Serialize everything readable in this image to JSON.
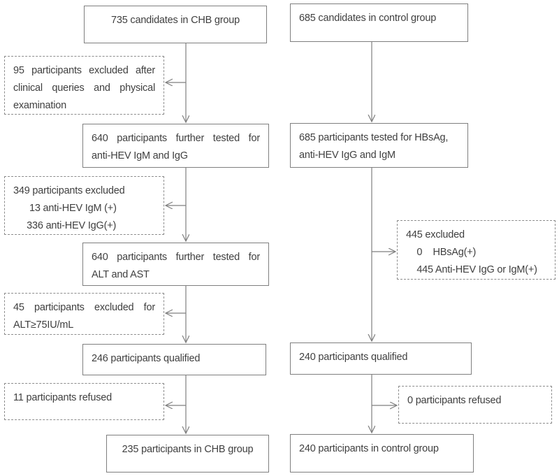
{
  "flow": {
    "chb": {
      "top": "735 candidates in CHB group",
      "excl_screening": {
        "lines": [
          "95 participants excluded after",
          "clinical queries and physical",
          "examination"
        ]
      },
      "tested_hev": {
        "lines": [
          "640 participants further tested for",
          "anti-HEV IgM and IgG"
        ]
      },
      "excl_serology": {
        "lines": [
          "349 participants excluded",
          "      13 anti-HEV IgM (+)",
          "     336 anti-HEV IgG(+)"
        ]
      },
      "tested_alt": {
        "lines": [
          "640 participants further tested for",
          "ALT and AST"
        ]
      },
      "excl_alt": {
        "lines": [
          "45 participants excluded for",
          "ALT≥75IU/mL"
        ]
      },
      "qualified": "246 participants qualified",
      "refused": "11 participants refused",
      "final": "235 participants in CHB group"
    },
    "control": {
      "top": "685 candidates in control group",
      "tested": {
        "lines": [
          "685 participants tested for HBsAg,",
          "anti-HEV IgG and IgM"
        ]
      },
      "excl": {
        "lines": [
          "445 excluded",
          "    0    HBsAg(+)",
          "    445 Anti-HEV IgG or IgM(+)"
        ]
      },
      "qualified": "240 participants qualified",
      "refused": "0 participants refused",
      "final": "240 participants in control group"
    }
  },
  "colors": {
    "box_border": "#7f7f7f",
    "dashed_border": "#8c8c8c",
    "text": "#404040",
    "background": "#ffffff"
  }
}
